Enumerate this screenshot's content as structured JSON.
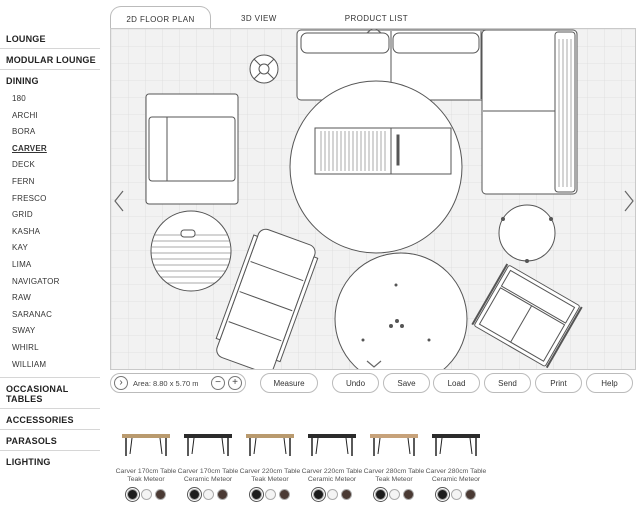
{
  "sidebar": {
    "categories_top": [
      "LOUNGE",
      "MODULAR LOUNGE"
    ],
    "dining": {
      "label": "DINING",
      "items": [
        "180",
        "ARCHI",
        "BORA",
        "CARVER",
        "DECK",
        "FERN",
        "FRESCO",
        "GRID",
        "KASHA",
        "KAY",
        "LIMA",
        "NAVIGATOR",
        "RAW",
        "SARANAC",
        "SWAY",
        "WHIRL",
        "WILLIAM"
      ],
      "active": "CARVER"
    },
    "categories_bottom": [
      "OCCASIONAL TABLES",
      "ACCESSORIES",
      "PARASOLS",
      "LIGHTING"
    ]
  },
  "tabs": [
    "2D FLOOR PLAN",
    "3D VIEW",
    "PRODUCT LIST"
  ],
  "active_tab": "2D FLOOR PLAN",
  "toolbar": {
    "area_label": "Area: 8.80 x 5.70 m",
    "buttons": [
      "Measure",
      "Undo",
      "Save",
      "Load",
      "Send",
      "Print",
      "Help"
    ]
  },
  "products": [
    {
      "name": "Carver 170cm Table Teak Meteor",
      "top_color": "#b99a6e"
    },
    {
      "name": "Carver 170cm Table Ceramic Meteor",
      "top_color": "#2b2b2b"
    },
    {
      "name": "Carver 220cm Table Teak Meteor",
      "top_color": "#b99a6e"
    },
    {
      "name": "Carver 220cm Table Ceramic Meteor",
      "top_color": "#2b2b2b"
    },
    {
      "name": "Carver 280cm Table Teak Meteor",
      "top_color": "#c7a27a"
    },
    {
      "name": "Carver 280cm Table Ceramic Meteor",
      "top_color": "#2b2b2b"
    }
  ],
  "swatch_colors": [
    "#1c1c1c",
    "#f4f4f4",
    "#4a3a34"
  ],
  "colors": {
    "canvas_bg": "#f2f2f2",
    "grid_line": "#dcdcdc",
    "furniture_stroke": "#555555"
  }
}
